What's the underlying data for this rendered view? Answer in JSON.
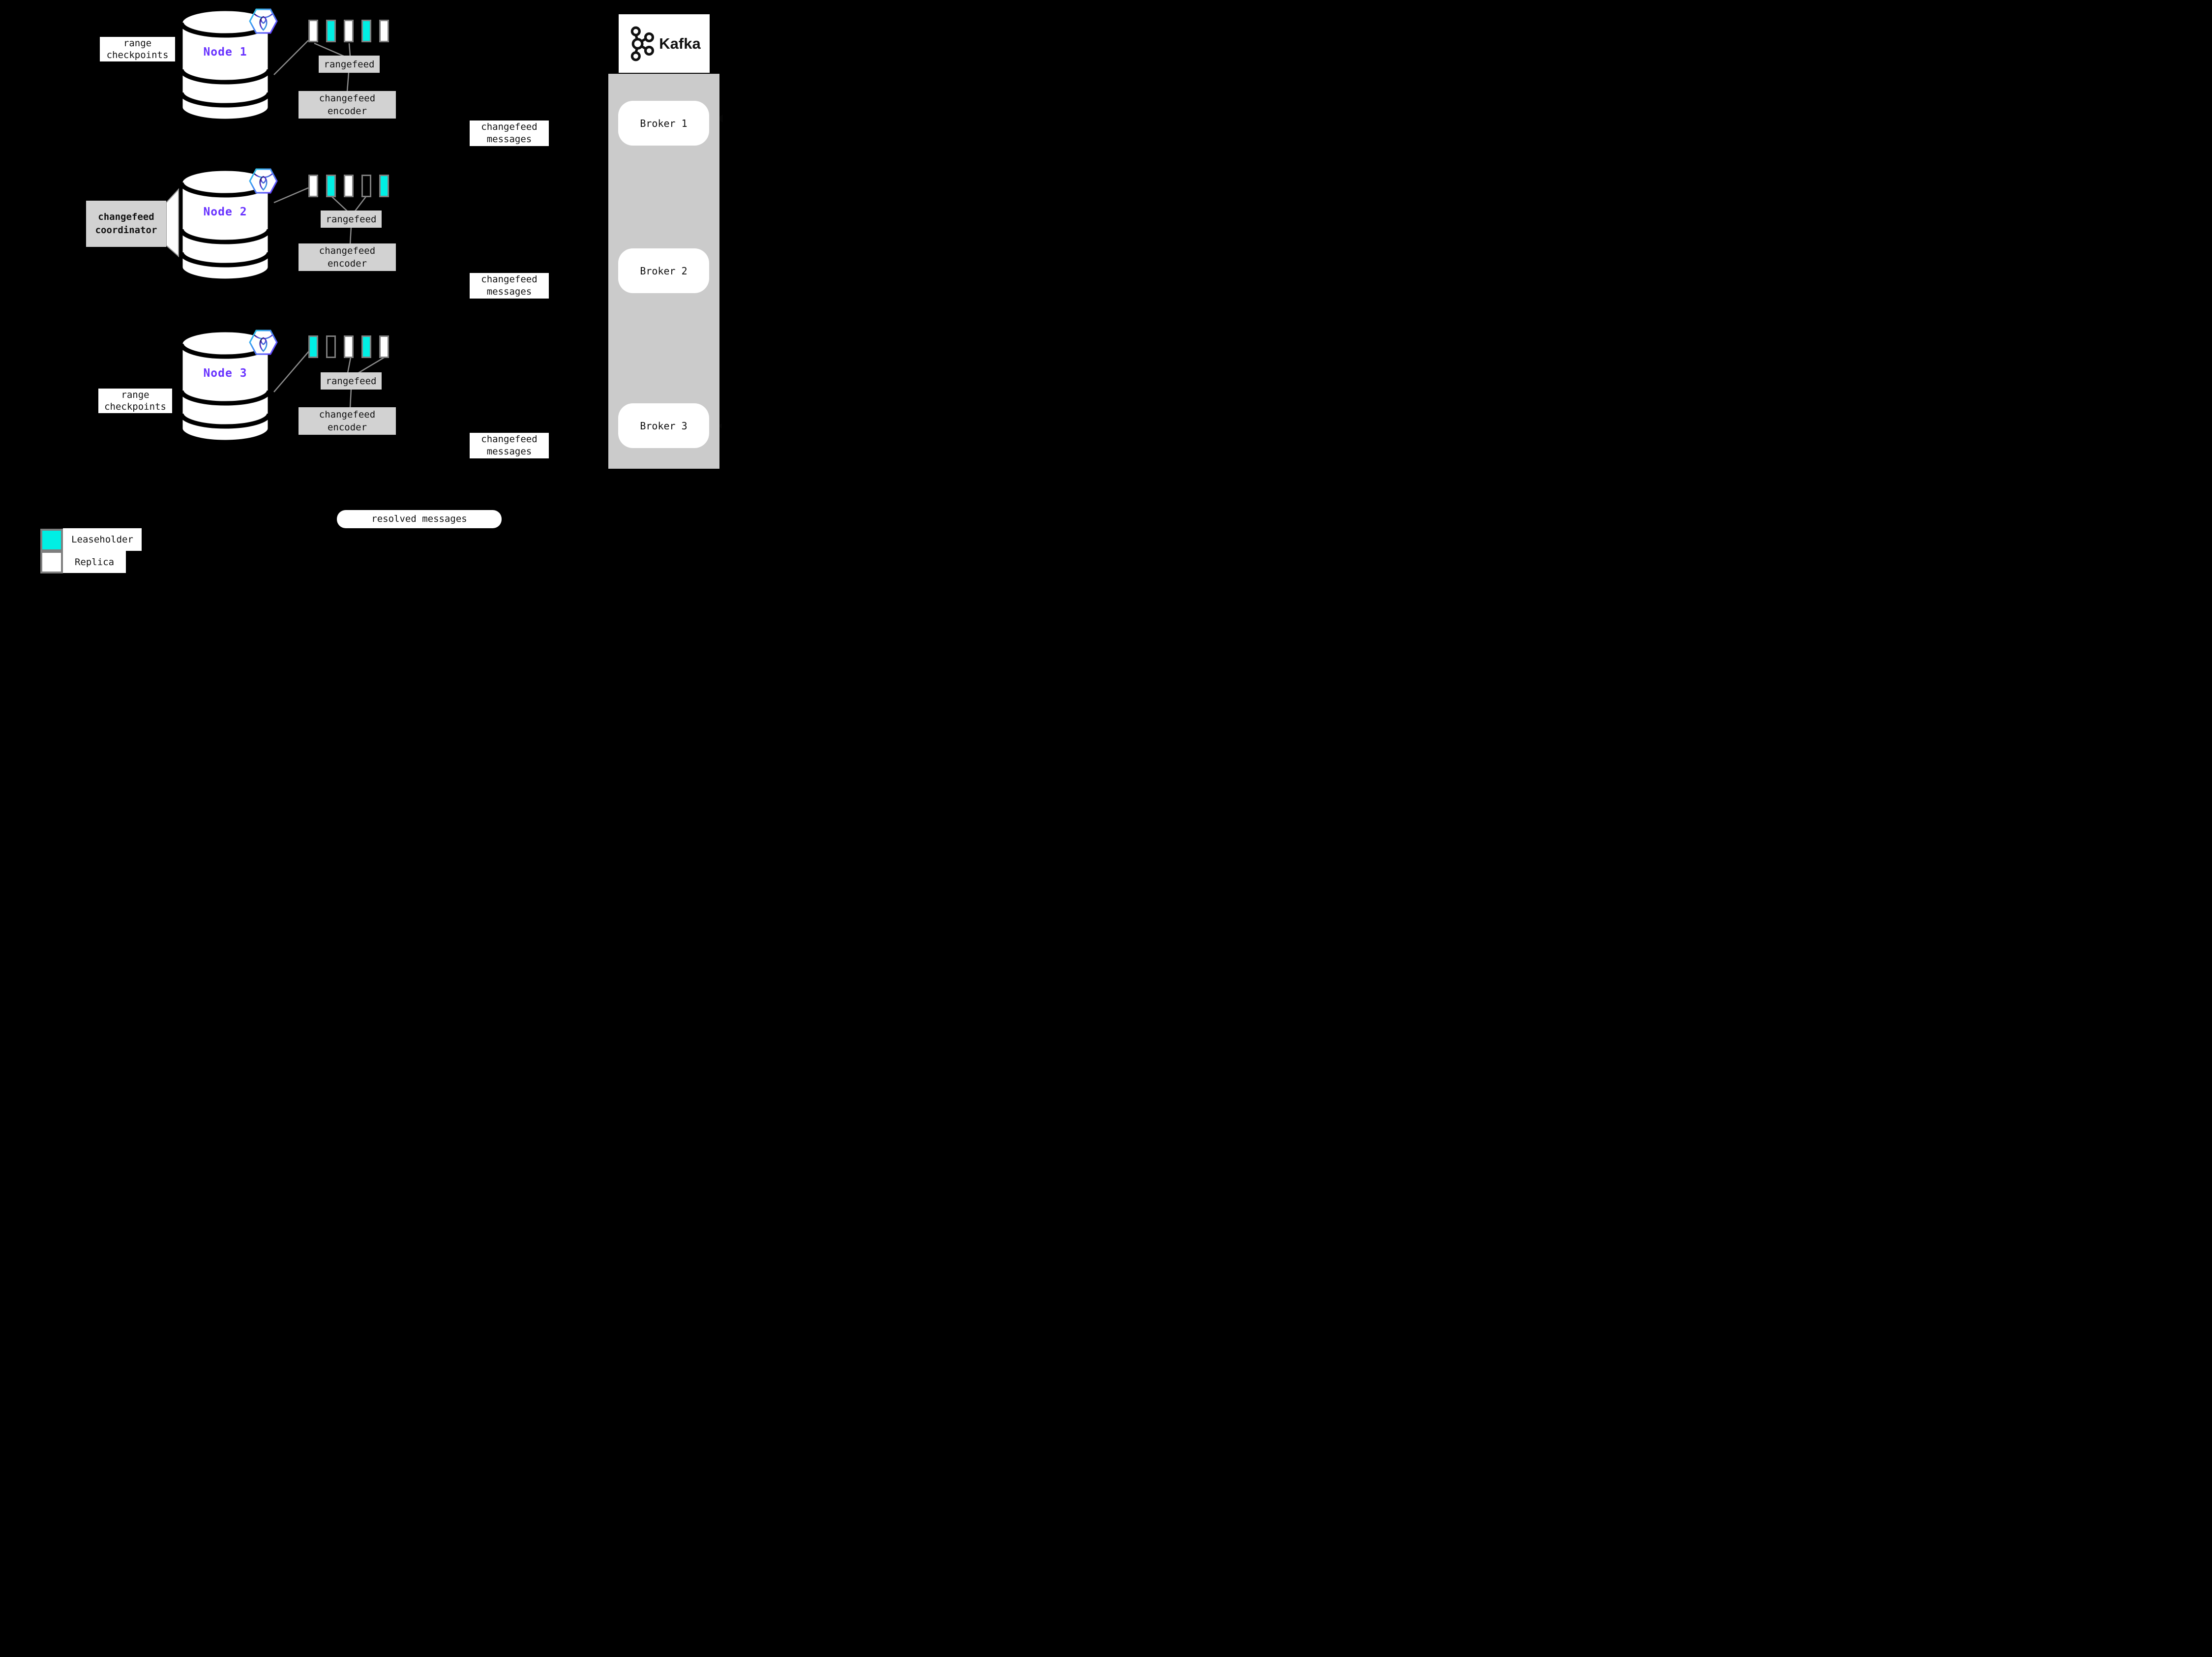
{
  "colors": {
    "background": "#000000",
    "leaseholder": "#00efe4",
    "replica": "#ffffff",
    "range_border": "#7e7e7e",
    "box_gray": "#d2d2d2",
    "container_gray": "#cbcbcb",
    "line_gray": "#8c8c8c",
    "node_label_purple": "#6933ff",
    "hex_gradient_start": "#2bd4ec",
    "hex_gradient_end": "#6933ff"
  },
  "nodes": [
    {
      "name": "Node 1",
      "callout": "range checkpoints",
      "rangefeed_label": "rangefeed",
      "encoder_label": "changefeed encoder",
      "ranges": [
        "replica",
        "leaseholder",
        "replica",
        "leaseholder",
        "replica"
      ]
    },
    {
      "name": "Node 2",
      "callout": "changefeed coordinator",
      "rangefeed_label": "rangefeed",
      "encoder_label": "changefeed encoder",
      "ranges": [
        "replica",
        "leaseholder",
        "replica",
        "empty",
        "leaseholder"
      ]
    },
    {
      "name": "Node 3",
      "callout": "range checkpoints",
      "rangefeed_label": "rangefeed",
      "encoder_label": "changefeed encoder",
      "ranges": [
        "leaseholder",
        "empty",
        "replica",
        "leaseholder",
        "replica"
      ]
    }
  ],
  "messages": {
    "changefeed": [
      "changefeed messages",
      "changefeed messages",
      "changefeed messages"
    ],
    "resolved": "resolved messages"
  },
  "kafka": {
    "title": "Kafka",
    "brokers": [
      "Broker 1",
      "Broker 2",
      "Broker 3"
    ]
  },
  "legend": {
    "items": [
      {
        "label": "Leaseholder",
        "type": "leaseholder"
      },
      {
        "label": "Replica",
        "type": "replica"
      }
    ]
  }
}
